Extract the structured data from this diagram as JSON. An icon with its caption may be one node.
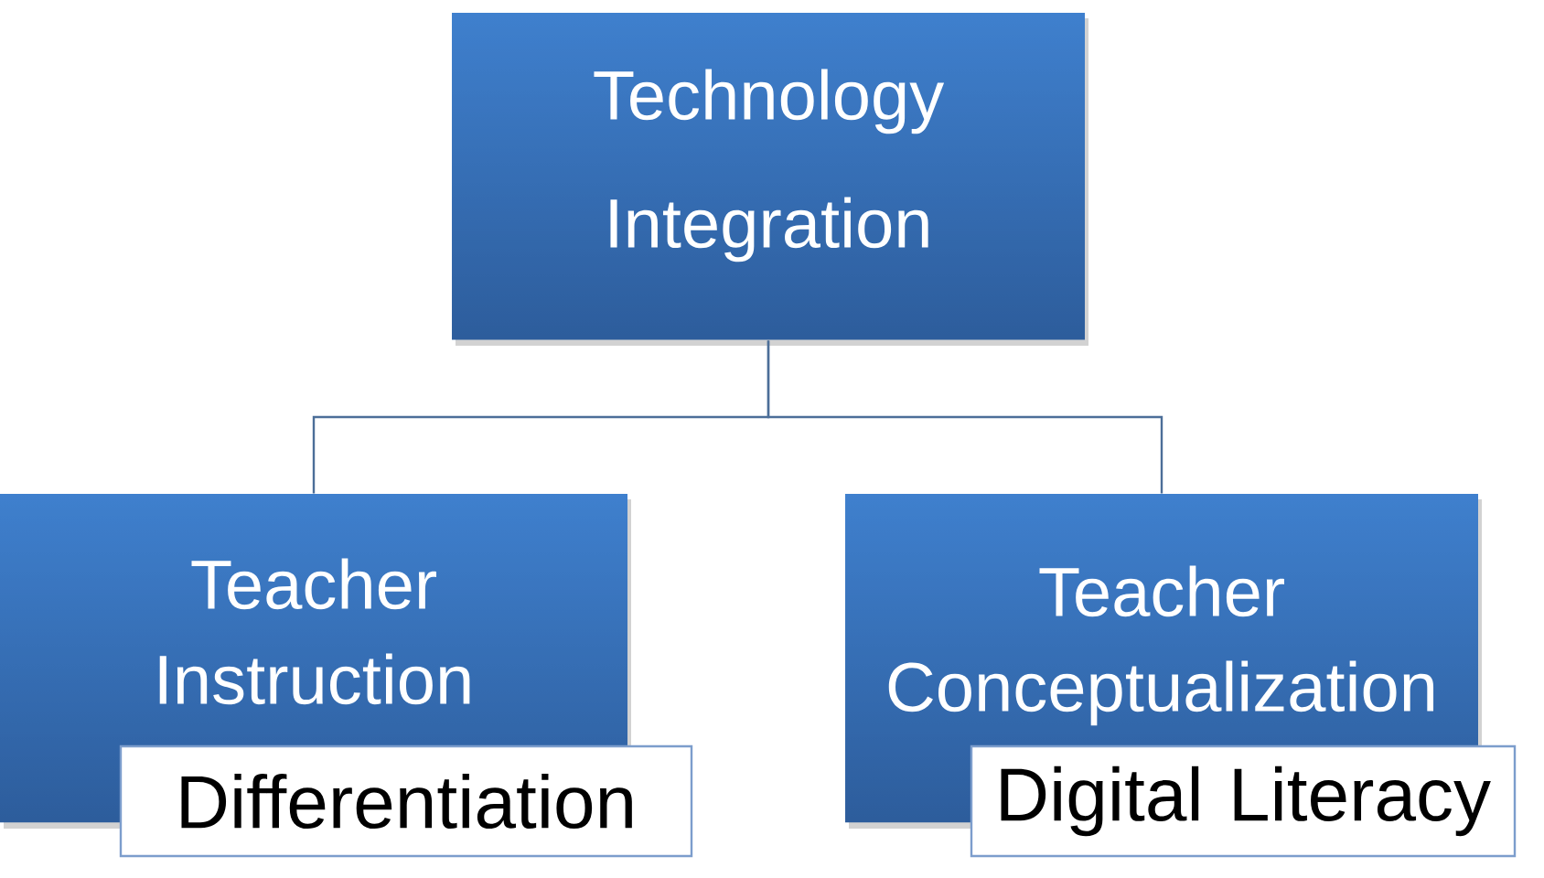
{
  "diagram": {
    "nodes": [
      {
        "text": [
          "Technology Integration"
        ]
      },
      {
        "text": [
          "Teacher Instruction"
        ]
      },
      {
        "text": [
          "Differentiation"
        ]
      },
      {
        "text": [
          "Teacher Conceptualization"
        ]
      },
      {
        "text": [
          "Digital Literacy"
        ]
      }
    ],
    "edges": [
      {
        "from": 0,
        "to": 1,
        "arrow": "none"
      },
      {
        "from": 0,
        "to": 3,
        "arrow": "none"
      }
    ]
  }
}
